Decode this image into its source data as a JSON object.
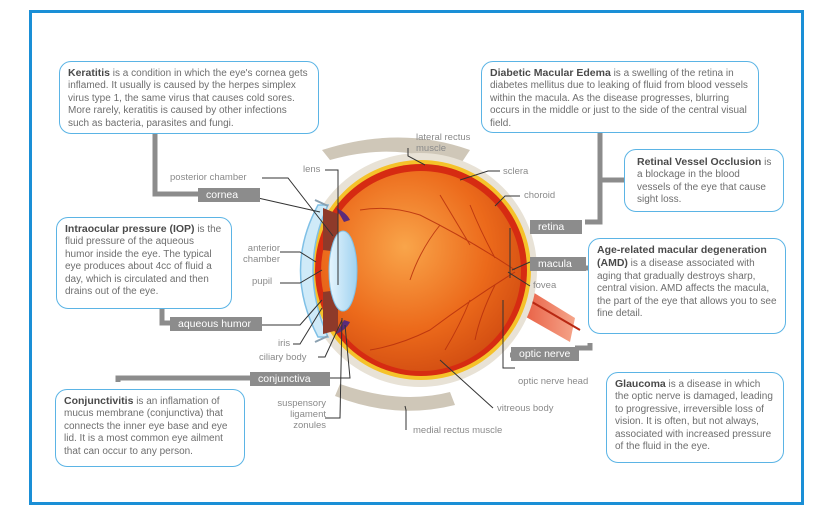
{
  "colors": {
    "frame": "#1a8fd6",
    "box_border": "#5bb4e5",
    "tag_bg": "#8c8c8c",
    "eye_orange": "#f07a1e",
    "lens_blue": "#bfe3f6"
  },
  "boxes": {
    "keratitis": {
      "title": "Keratitis",
      "text": " is a condition in which the eye's cornea gets inflamed. It usually is caused by the herpes simplex virus type 1, the same virus that causes cold sores. More rarely, keratitis is caused by other infections such as bacteria, parasites and fungi."
    },
    "dme": {
      "title": "Diabetic Macular Edema",
      "text": " is a swelling of the retina in diabetes mellitus due to leaking of fluid from blood vessels within the macula. As the disease progresses, blurring occurs in the middle or just to the side of the central visual field."
    },
    "rvo": {
      "title": "Retinal Vessel Occlusion",
      "text": " is a blockage in the blood vessels of the eye that cause sight loss."
    },
    "iop": {
      "title": "Intraocular pressure (IOP)",
      "text": " is the fluid pressure of the aqueous humor inside the eye. The typical eye produces about 4cc of fluid a day, which is circulated and then drains out of the eye."
    },
    "amd": {
      "title": "Age-related macular degeneration (AMD)",
      "text": " is a disease associated with aging that gradually destroys sharp, central vision. AMD affects the macula, the part of the eye that allows you to see fine detail."
    },
    "conjunctivitis": {
      "title": "Conjunctivitis",
      "text": " is an inflamation of mucus membrane (conjunctiva) that connects the inner eye base and eye lid. It is a most common eye ailment that can occur to any person."
    },
    "glaucoma": {
      "title": "Glaucoma",
      "text": " is a disease in which the optic nerve is damaged, leading to progressive, irreversible loss of vision. It is often, but not always, associated with increased pressure of the fluid in the eye."
    }
  },
  "tags": {
    "cornea": "cornea",
    "aqueous_humor": "aqueous humor",
    "conjunctiva": "conjunctiva",
    "retina": "retina",
    "macula": "macula",
    "optic_nerve": "optic nerve"
  },
  "labels": {
    "posterior_chamber": "posterior chamber",
    "lens": "lens",
    "lateral_rectus": "lateral rectus muscle",
    "sclera": "sclera",
    "choroid": "choroid",
    "anterior_chamber": "anterior chamber",
    "pupil": "pupil",
    "fovea": "fovea",
    "iris": "iris",
    "ciliary_body": "ciliary body",
    "optic_nerve_head": "optic nerve head",
    "suspensory_ligament": "suspensory ligament zonules",
    "vitreous_body": "vitreous body",
    "medial_rectus": "medial rectus muscle"
  }
}
